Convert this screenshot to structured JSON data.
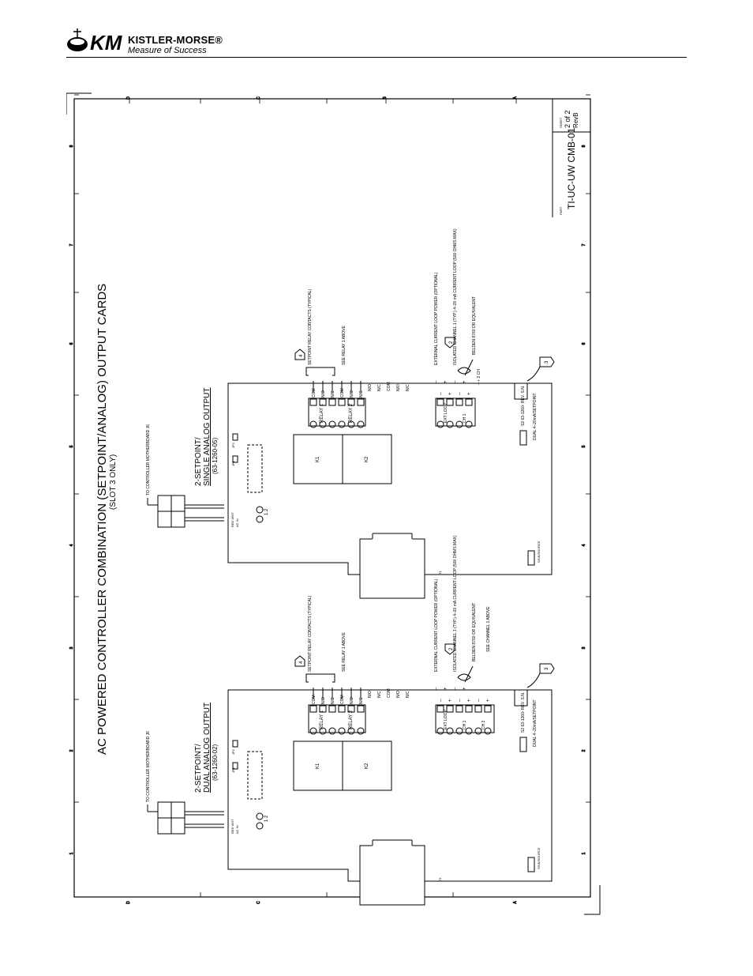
{
  "header": {
    "brand": "KISTLER-MORSE®",
    "tagline": "Measure of Success",
    "logo_letters": "KM"
  },
  "drawing": {
    "title": "AC POWERED CONTROLLER COMBINATION (SETPOINT/ANALOG) OUTPUT CARDS",
    "subtitle": "(SLOT 3 ONLY)",
    "title_block": {
      "part_label": "PART",
      "part": "TI-UC-UW CMB-01",
      "sheet_label": "SHEET",
      "sheet": "2 of 2",
      "rev": "RevB"
    },
    "zone_numbers": [
      "1",
      "2",
      "3",
      "4",
      "5",
      "6",
      "7",
      "8"
    ],
    "zone_letters": [
      "A",
      "B",
      "C",
      "D"
    ],
    "cards": [
      {
        "title": "2-SETPOINT/",
        "title2": "DUAL ANALOG OUTPUT",
        "part": "(63-1260-02)",
        "motherboard": "TO CONTROLLER MOTHERBOARD J6",
        "ac_in": "RED WHT",
        "ac_label": "AC IN",
        "jumpers": [
          "JP1",
          "JP2"
        ],
        "relays": [
          "K1",
          "K2"
        ],
        "relay_terms": [
          "COM",
          "N/O",
          "N/C",
          "COM",
          "N/O",
          "N/C"
        ],
        "relay_labels": [
          "RELAY 1",
          "RELAY 2"
        ],
        "terms": [
          "N/O",
          "N/C",
          "COM",
          "N/O",
          "N/C"
        ],
        "analog_labels": [
          "EXT LOOP",
          "CH 1",
          "CH 2"
        ],
        "analog_pins": [
          "–",
          "+",
          "–",
          "+",
          "–",
          "+"
        ],
        "notes": [
          "SETPOINT RELAY CONTACTS (TYPICAL)",
          "SEE RELAY 1 ABOVE",
          "EXTERNAL CURRENT LOOP POWER (OPTIONAL)",
          "ISOLATED CHANNEL 1 (TYP.) 4–20 mA CURRENT LOOP (500 OHMS MAX)",
          "BELDEN 8760 OR EQUIVALENT",
          "SEE CHANNEL 1 ABOVE"
        ],
        "callouts": [
          "4",
          "2",
          "3"
        ],
        "sn": "S2 63-1260- REV. S.N.",
        "dip": "DUAL 4–20mA/SETPOINT",
        "sink": "SINK/SOURCE",
        "t1": "T1",
        "leds": "1 2"
      },
      {
        "title": "2-SETPOINT/",
        "title2": "SINGLE ANALOG OUTPUT",
        "part": "(63-1260-05)",
        "motherboard": "TO CONTROLLER MOTHERBOARD J6",
        "ac_in": "RED WHT",
        "ac_label": "AC IN",
        "jumpers": [
          "JP1",
          "JP2"
        ],
        "relays": [
          "K1",
          "K2"
        ],
        "relay_terms": [
          "COM",
          "N/O",
          "N/C",
          "COM",
          "N/O",
          "N/C"
        ],
        "relay_labels": [
          "RELAY 1",
          "RELAY 2"
        ],
        "terms": [
          "N/O",
          "N/C",
          "COM",
          "N/O",
          "N/C"
        ],
        "analog_labels": [
          "EXT LOOP",
          "CH 1"
        ],
        "analog_pins": [
          "–",
          "+",
          "–",
          "+"
        ],
        "notes": [
          "SETPOINT RELAY CONTACTS (TYPICAL)",
          "SEE RELAY 1 ABOVE",
          "EXTERNAL CURRENT LOOP POWER (OPTIONAL)",
          "ISOLATED CHANNEL 1 (TYP.) 4–20 mA CURRENT LOOP (500 OHMS MAX)",
          "BELDEN 8760 OR EQUIVALENT"
        ],
        "callouts": [
          "4",
          "2",
          "3"
        ],
        "sn": "S2 63-1260- REV. S.N.",
        "dip": "DUAL 4–20mA/SETPOINT",
        "sink": "SINK/SOURCE",
        "t1": "T1",
        "leds": "1 2",
        "unused": "– + 2 CH"
      }
    ]
  }
}
